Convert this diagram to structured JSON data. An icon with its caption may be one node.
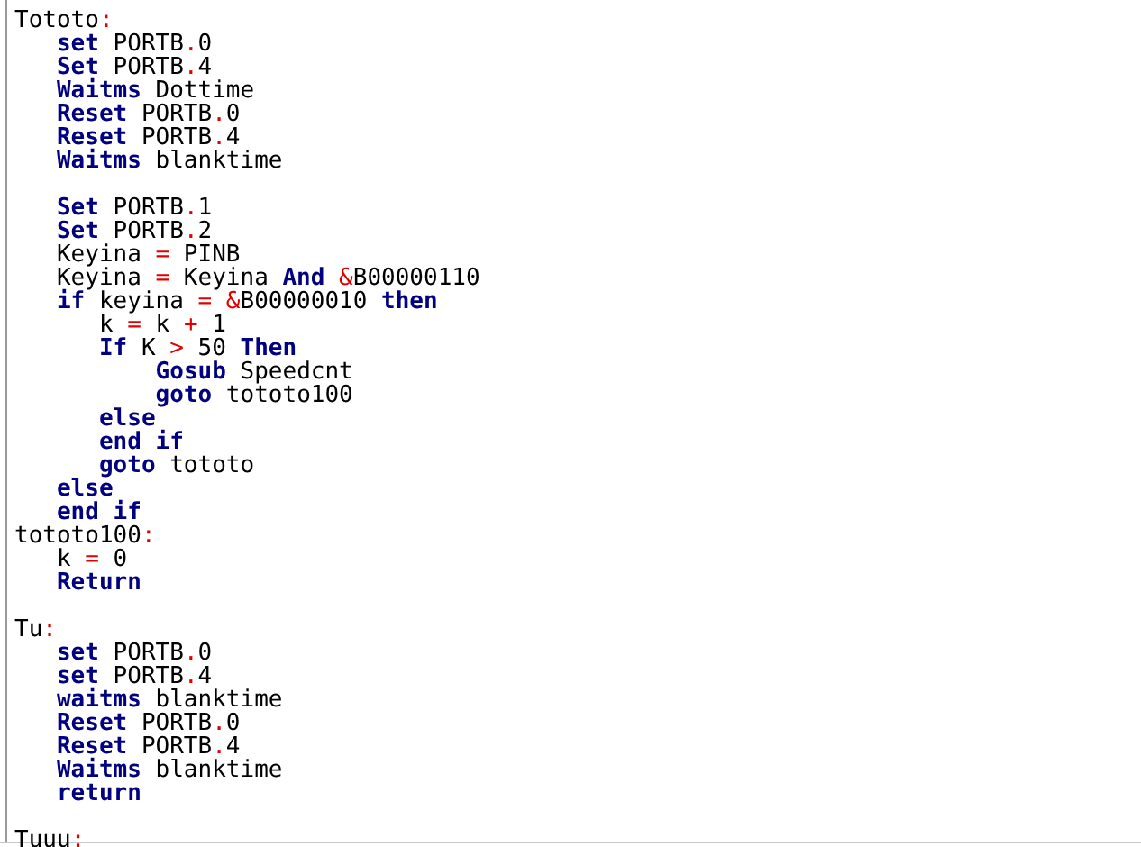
{
  "diagram": {
    "labels": [
      "Tototo:",
      "**set** PORTB.0",
      "**Set** PORTB.4",
      "**Waitms** Dottime",
      "**Reset** PORTB.0",
      "**Reset** PORTB.4",
      "**Waitms** blanktime",
      "**Set** PORTB.1",
      "**Set** PORTB.2",
      "Keyina = PINB",
      "Keyina = Keyina **And** &B00000110",
      "**if** keyina = &B00000010 **then**",
      "k = k + 1",
      "**If** K > 50 **Then**",
      "**Gosub** Speedcnt",
      "**goto** tototo100",
      "**else**",
      "**end if**",
      "**goto** tototo",
      "**else**",
      "**end if**",
      "tototo100:",
      "k = 0",
      "**Return**",
      "Tu:",
      "**set** PORTB.0",
      "**set** PORTB.4",
      "**waitms** blanktime",
      "**Reset** PORTB.0",
      "**Reset** PORTB.4",
      "**Waitms** blanktime",
      "**return**",
      "Tuuu:"
    ]
  }
}
